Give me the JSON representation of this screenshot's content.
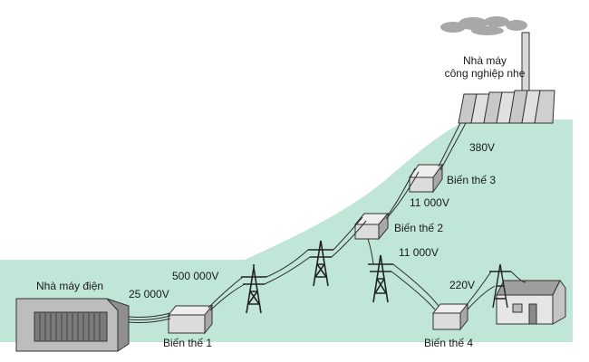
{
  "labels": {
    "power_plant": "Nhà máy điện",
    "factory_line1": "Nhà máy",
    "factory_line2": "công nghiệp nhẹ",
    "transformer_1": "Biến thế 1",
    "transformer_2": "Biến thế 2",
    "transformer_3": "Biến thế 3",
    "transformer_4": "Biến thế 4",
    "voltage_25000": "25 000V",
    "voltage_500000": "500 000V",
    "voltage_11000_a": "11 000V",
    "voltage_11000_b": "11 000V",
    "voltage_380": "380V",
    "voltage_220": "220V"
  },
  "colors": {
    "ground": "#bfe6d6",
    "building": "#d9d9d9",
    "outline": "#333333",
    "wire": "#2b2b2b",
    "smoke": "#9a9a9a"
  }
}
